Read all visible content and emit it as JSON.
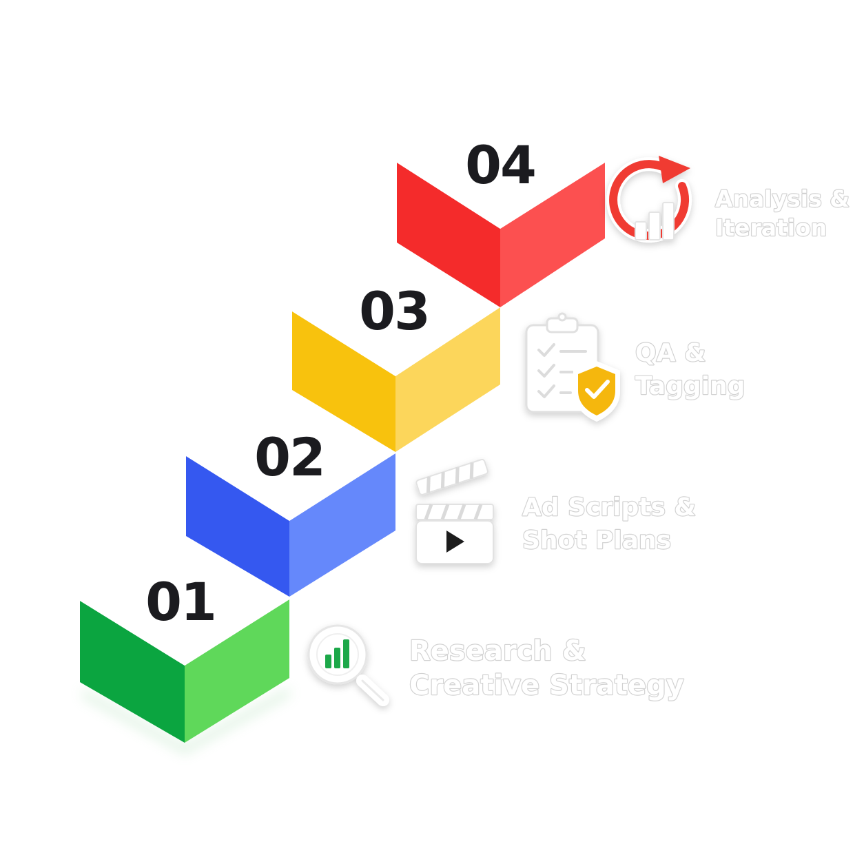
{
  "steps": [
    {
      "number": "01",
      "label_line1": "Research &",
      "label_line2": "Creative Strategy",
      "icon": "magnifier-bar-chart-icon",
      "top_color": "#ffffff",
      "left_color": "#0ba540",
      "right_color": "#5fd85a"
    },
    {
      "number": "02",
      "label_line1": "Ad Scripts &",
      "label_line2": "Shot Plans",
      "icon": "clapperboard-play-icon",
      "top_color": "#ffffff",
      "left_color": "#3558f0",
      "right_color": "#6588fb"
    },
    {
      "number": "03",
      "label_line1": "QA &",
      "label_line2": "Tagging",
      "icon": "checklist-shield-icon",
      "top_color": "#ffffff",
      "left_color": "#f8c20d",
      "right_color": "#fcd65b"
    },
    {
      "number": "04",
      "label_line1": "Analysis &",
      "label_line2": "Iteration",
      "icon": "refresh-chart-icon",
      "top_color": "#ffffff",
      "left_color": "#f42b2b",
      "right_color": "#fc5050"
    }
  ]
}
